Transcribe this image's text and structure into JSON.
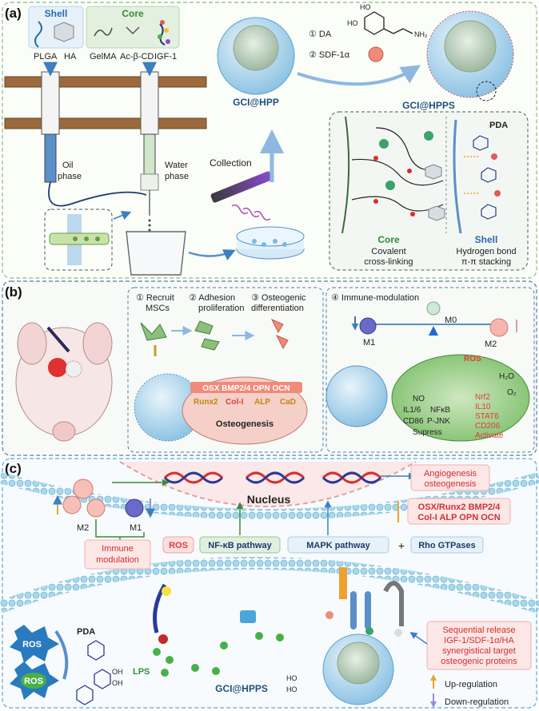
{
  "panels": [
    {
      "id": "a",
      "label": "(a)"
    },
    {
      "id": "b",
      "label": "(b)"
    },
    {
      "id": "c",
      "label": "(c)"
    }
  ],
  "panel_a": {
    "shell_title": "Shell",
    "core_title": "Core",
    "plga": "PLGA",
    "ha": "HA",
    "gelma": "GelMA",
    "acbcd": "Ac-β-CD",
    "igf": "IGF-1",
    "oil_phase": [
      "Oil",
      "phase"
    ],
    "water_phase": [
      "Water",
      "phase"
    ],
    "collection": "Collection",
    "gci_hpp": "GCI@HPP",
    "gci_hpps": "GCI@HPPS",
    "step1": "① DA",
    "step2": "② SDF-1α",
    "pda": "PDA",
    "core_label": "Core",
    "core_desc": [
      "Covalent",
      "cross-linking"
    ],
    "shell_label": "Shell",
    "shell_desc": [
      "Hydrogen bond",
      "π-π stacking"
    ],
    "dopamine_groups": [
      "HO",
      "HO",
      "NH₂"
    ]
  },
  "panel_b": {
    "step1": [
      "① Recruit",
      "MSCs"
    ],
    "step2": [
      "② Adhesion",
      "proliferation"
    ],
    "step3": [
      "③ Osteogenic",
      "differentiation"
    ],
    "step4": "④ Immune-modulation",
    "markers_row1": "OSX BMP2/4 OPN OCN",
    "markers_row2": [
      "Runx2",
      "Col-I",
      "ALP",
      "CaD"
    ],
    "osteogenesis": "Osteogenesis",
    "m0": "M0",
    "m1": "M1",
    "m2": "M2",
    "ros": "ROS",
    "h2o": "H₂O",
    "o2": "O₂",
    "no": "NO",
    "m1_markers": [
      "IL1/6",
      "NFκB",
      "CD86",
      "P-JNK"
    ],
    "supress": "Supress",
    "m2_markers": [
      "Nrf2",
      "IL10",
      "STAT6",
      "CD206"
    ],
    "activate": "Activate"
  },
  "panel_c": {
    "nucleus": "Nucleus",
    "m2": "M2",
    "m1": "M1",
    "immune_modulation": [
      "Immune",
      "modulation"
    ],
    "ros_box": "ROS",
    "nfkb": "NF-κB pathway",
    "mapk": "MAPK pathway",
    "plus": "+",
    "rho": "Rho GTPases",
    "angio": [
      "Angiogenesis",
      "osteogenesis"
    ],
    "osteo_proteins": [
      "OSX/Runx2 BMP2/4",
      "Col-I ALP OPN OCN"
    ],
    "sequential": [
      "Sequential release",
      "IGF-1/SDF-1α/HA",
      "synergistical target",
      "osteogenic proteins"
    ],
    "pda": "PDA",
    "ros1": "ROS",
    "ros2": "ROS",
    "lps": "LPS",
    "gci_hpps": "GCI@HPPS",
    "up": "Up-regulation",
    "down": "Down-regulation",
    "oh_labels": [
      "OH",
      "OH",
      "HO",
      "HO"
    ]
  },
  "colors": {
    "panel_a_border": "#9ac68f",
    "panel_b_border": "#4f7fa8",
    "panel_c_border": "#5aa6d6",
    "red_text": "#e03c3c",
    "blue_text": "#1f5f9e",
    "green_text": "#2f8a3c",
    "up_arrow": "#f0a030",
    "down_arrow": "#8f8fe0"
  }
}
